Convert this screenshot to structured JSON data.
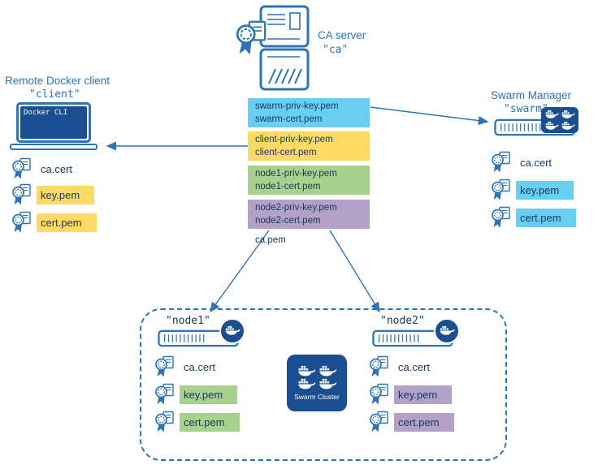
{
  "colors": {
    "line_blue": "#2e74b5",
    "docker_navy": "#1b4e91",
    "text_dark": "#17365d",
    "cyan": "#68cef2",
    "yellow": "#ffd966",
    "green": "#a9d18e",
    "purple": "#b2a2c7"
  },
  "ca_server": {
    "title": "CA server",
    "name": "\"ca\""
  },
  "file_groups": [
    {
      "line1": "swarm-priv-key.pem",
      "line2": "swarm-cert.pem"
    },
    {
      "line1": "client-priv-key.pem",
      "line2": "client-cert.pem"
    },
    {
      "line1": "node1-priv-key.pem",
      "line2": "node1-cert.pem"
    },
    {
      "line1": "node2-priv-key.pem",
      "line2": "node2-cert.pem"
    }
  ],
  "ca_pem_label": "ca.pem",
  "client": {
    "title": "Remote Docker client",
    "name": "\"client\"",
    "screen_label": "Docker CLI",
    "certs": [
      {
        "label": "ca.cert"
      },
      {
        "label": "key.pem"
      },
      {
        "label": "cert.pem"
      }
    ]
  },
  "manager": {
    "title": "Swarm Manager",
    "name": "\"swarm\"",
    "certs": [
      {
        "label": "ca.cert"
      },
      {
        "label": "key.pem"
      },
      {
        "label": "cert.pem"
      }
    ]
  },
  "cluster": {
    "label": "Swarm Cluster",
    "node1": {
      "name": "\"node1\"",
      "certs": [
        {
          "label": "ca.cert"
        },
        {
          "label": "key.pem"
        },
        {
          "label": "cert.pem"
        }
      ]
    },
    "node2": {
      "name": "\"node2\"",
      "certs": [
        {
          "label": "ca.cert"
        },
        {
          "label": "key.pem"
        },
        {
          "label": "cert.pem"
        }
      ]
    }
  }
}
